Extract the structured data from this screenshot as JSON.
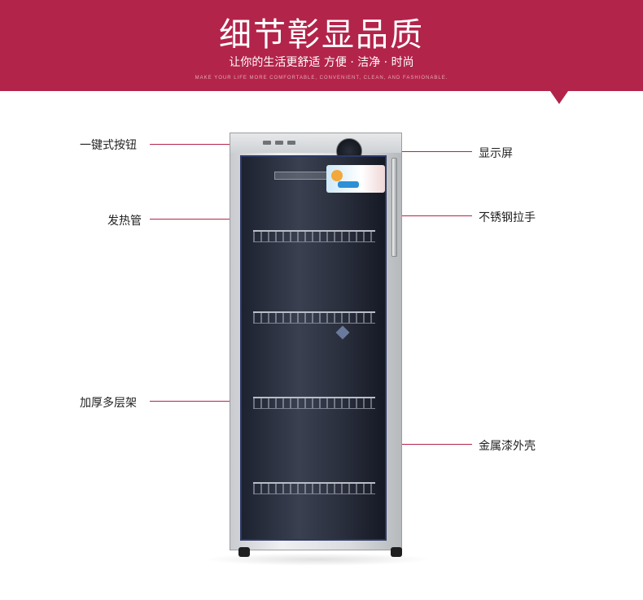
{
  "banner": {
    "title": "细节彰显品质",
    "subtitle": "让你的生活更舒适 方便 · 洁净 · 时尚",
    "caption": "MAKE YOUR LIFE MORE COMFORTABLE, CONVENIENT, CLEAN, AND FASHIONABLE."
  },
  "callouts": {
    "left": {
      "buttons": "一键式按钮",
      "heating_tube": "发热管",
      "shelves": "加厚多层架"
    },
    "right": {
      "display": "显示屏",
      "handle": "不锈钢拉手",
      "shell": "金属漆外壳"
    }
  },
  "colors": {
    "brand": "#b3244a",
    "door_trim": "#2c3a66"
  },
  "icons": {
    "callout_marker": "dot",
    "banner_pointer": "triangle"
  }
}
